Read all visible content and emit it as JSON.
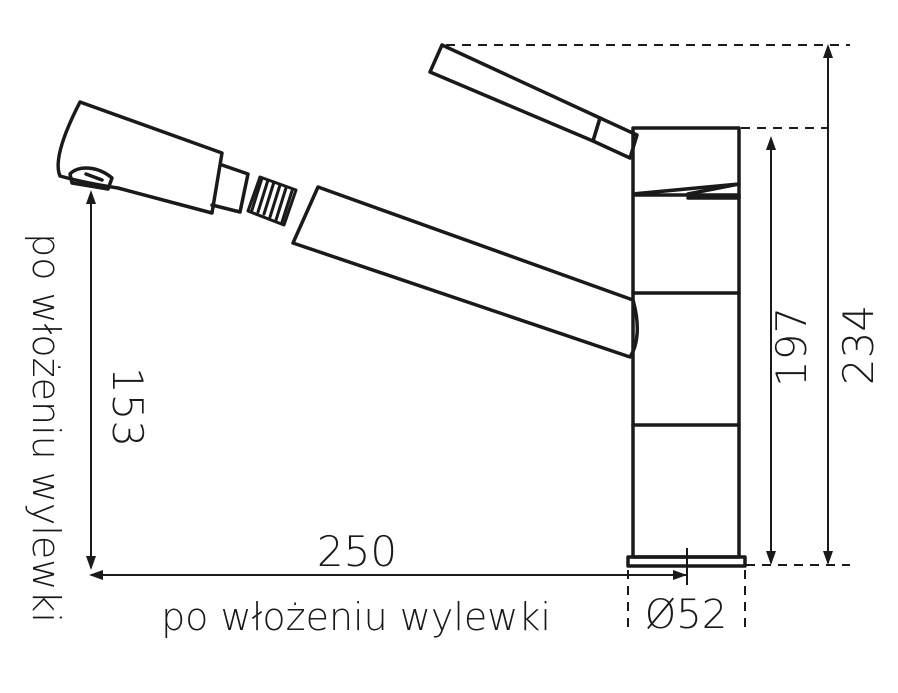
{
  "dimensions": {
    "spout_reach": "250",
    "spout_height": "153",
    "body_height": "197",
    "total_height": "234",
    "base_diameter": "Ø52"
  },
  "notes": {
    "horizontal": "po włożeniu wylewki",
    "vertical": "po włożeniu wylewki"
  },
  "colors": {
    "line": "#1a1a1a",
    "background": "#ffffff"
  }
}
